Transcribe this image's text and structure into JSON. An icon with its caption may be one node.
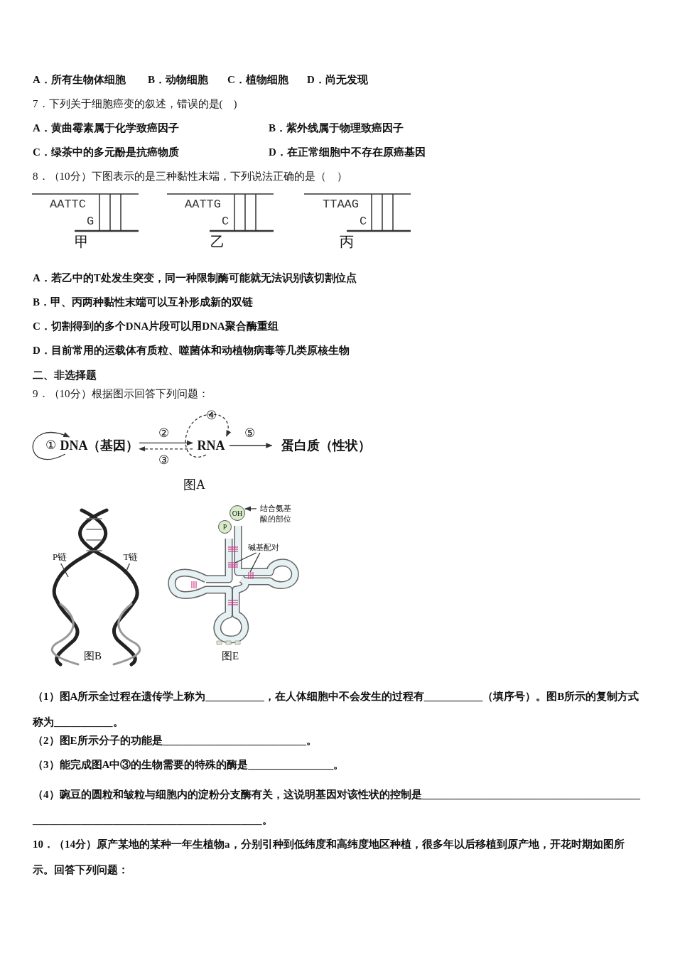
{
  "diagram": {
    "nodes": [
      {
        "text": [
          "DNA（基因）"
        ]
      },
      {
        "text": [
          "RNA"
        ]
      },
      {
        "text": [
          "蛋白质（性状）"
        ]
      },
      {
        "text": [
          "结合氨基酸的部位"
        ]
      },
      {
        "text": [
          "OH"
        ]
      },
      {
        "text": [
          "P"
        ]
      },
      {
        "text": [
          "碱基配对"
        ]
      },
      {
        "text": [
          "P链"
        ]
      },
      {
        "text": [
          "T链"
        ]
      }
    ],
    "edges": [
      {
        "from": 0,
        "to": 0,
        "arrow": "to",
        "label": "①"
      },
      {
        "from": 0,
        "to": 1,
        "arrow": "to",
        "label": "②"
      },
      {
        "from": 1,
        "to": 0,
        "arrow": "to",
        "label": "③",
        "style": "dashed"
      },
      {
        "from": 1,
        "to": 1,
        "arrow": "to",
        "label": "④",
        "style": "dashed"
      },
      {
        "from": 1,
        "to": 2,
        "arrow": "to",
        "label": "⑤"
      },
      {
        "from": 3,
        "to": 4,
        "arrow": "to"
      },
      {
        "from": 6,
        "to": null,
        "arrow": "none"
      },
      {
        "from": 6,
        "to": null,
        "arrow": "none"
      },
      {
        "from": 7,
        "to": null,
        "arrow": "none"
      },
      {
        "from": 8,
        "to": null,
        "arrow": "none"
      }
    ],
    "labels": [
      "A．所有生物体细胞",
      "B．动物细胞",
      "C．植物细胞",
      "D．尚无发现",
      "7．下列关于细胞癌变的叙述，错误的是(　)",
      "A．黄曲霉素属于化学致癌因子",
      "B．紫外线属于物理致癌因子",
      "C．绿茶中的多元酚是抗癌物质",
      "D．在正常细胞中不存在原癌基因",
      "8．（10分）下图表示的是三种黏性末端，下列说法正确的是（　）",
      "AATTC",
      "G",
      "甲",
      "AATTG",
      "C",
      "乙",
      "TTAAG",
      "C",
      "丙",
      "A．若乙中的T处发生突变，同一种限制酶可能就无法识别该切割位点",
      "B．甲、丙两种黏性末端可以互补形成新的双链",
      "C．切割得到的多个DNA片段可以用DNA聚合酶重组",
      "D．目前常用的运载体有质粒、噬菌体和动植物病毒等几类原核生物",
      "二、非选择题",
      "9．（10分）根据图示回答下列问题：",
      "图A",
      "图B",
      "图E",
      "（1）图A所示全过程在遗传学上称为___________，在人体细胞中不会发生的过程有___________（填序号）。图B所示的复制方式称为___________。",
      "（2）图E所示分子的功能是___________________________。",
      "（3）能完成图A中③的生物需要的特殊的酶是________________。",
      "（4）豌豆的圆粒和皱粒与细胞内的淀粉分支酶有关，这说明基因对该性状的控制是____________________________________________________________________________________。",
      "10．（14分）原产某地的某种一年生植物a，分别引种到低纬度和高纬度地区种植，很多年以后移植到原产地，开花时期如图所示。回答下列问题："
    ]
  }
}
